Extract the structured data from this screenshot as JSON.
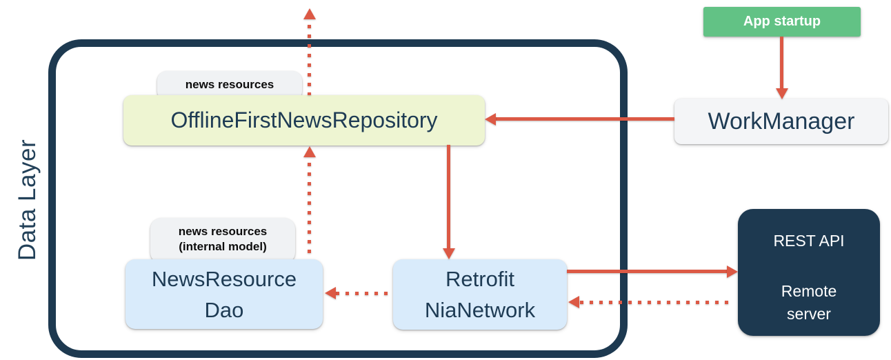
{
  "container": {
    "label": "Data Layer"
  },
  "nodes": {
    "repository": {
      "label": "OfflineFirstNewsRepository",
      "tag": "news resources"
    },
    "dao": {
      "line1": "NewsResource",
      "line2": "Dao",
      "tag_line1": "news resources",
      "tag_line2": "(internal model)"
    },
    "network": {
      "line1": "Retrofit",
      "line2": "NiaNetwork"
    },
    "workmanager": {
      "label": "WorkManager"
    },
    "app_startup": {
      "label": "App startup"
    },
    "rest_api": {
      "title": "REST API",
      "sub_line1": "Remote",
      "sub_line2": "server"
    }
  },
  "edges": [
    {
      "from": "app-startup",
      "to": "workmanager",
      "style": "solid"
    },
    {
      "from": "workmanager",
      "to": "offline-first-news-repository",
      "style": "solid"
    },
    {
      "from": "offline-first-news-repository",
      "to": "retrofit-nianetwork",
      "style": "solid"
    },
    {
      "from": "retrofit-nianetwork",
      "to": "rest-api",
      "style": "solid"
    },
    {
      "from": "rest-api",
      "to": "retrofit-nianetwork",
      "style": "dotted"
    },
    {
      "from": "retrofit-nianetwork",
      "to": "news-resource-dao",
      "style": "dotted"
    },
    {
      "from": "news-resource-dao",
      "to": "offline-first-news-repository",
      "style": "dotted"
    },
    {
      "from": "offline-first-news-repository",
      "to": "upward-out-of-layer",
      "style": "dotted"
    }
  ],
  "colors": {
    "navy": "#1D3950",
    "node_text": "#1E3B54",
    "arrow": "#DC5945",
    "repository_bg": "#EEF5D2",
    "blue_bg": "#D9EBFB",
    "tag_bg": "#F0F2F4",
    "workmanager_bg": "#F4F5F7",
    "green_bg": "#62C285"
  }
}
